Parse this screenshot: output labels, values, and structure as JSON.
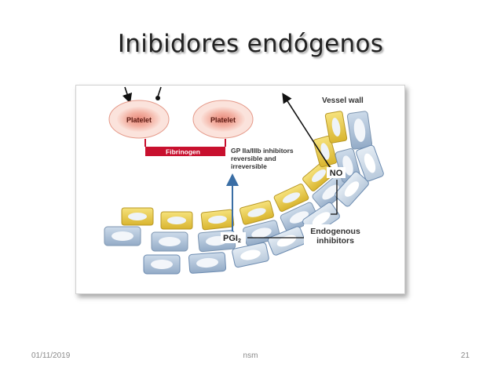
{
  "slide": {
    "title": "Inibidores endógenos"
  },
  "diagram": {
    "platelet_left": "Platelet",
    "platelet_right": "Platelet",
    "fibrinogen": "Fibrinogen",
    "gp_line1": "GP IIa/IIIb inhibitors",
    "gp_line2": "reversible and",
    "gp_line3": "irreversible",
    "vessel_wall": "Vessel wall",
    "no": "NO",
    "pgi2_main": "PGI",
    "pgi2_sub": "2",
    "endogenous_line1": "Endogenous",
    "endogenous_line2": "inhibitors"
  },
  "footer": {
    "date": "01/11/2019",
    "center": "nsm",
    "page": "21"
  },
  "colors": {
    "yellow_cell": "#f2d65a",
    "blue_cell": "#a9c0d8",
    "platelet_fill": "#f7c8bc",
    "fibrinogen_bar": "#c8102e",
    "arrow_blue": "#3a6ea5"
  }
}
